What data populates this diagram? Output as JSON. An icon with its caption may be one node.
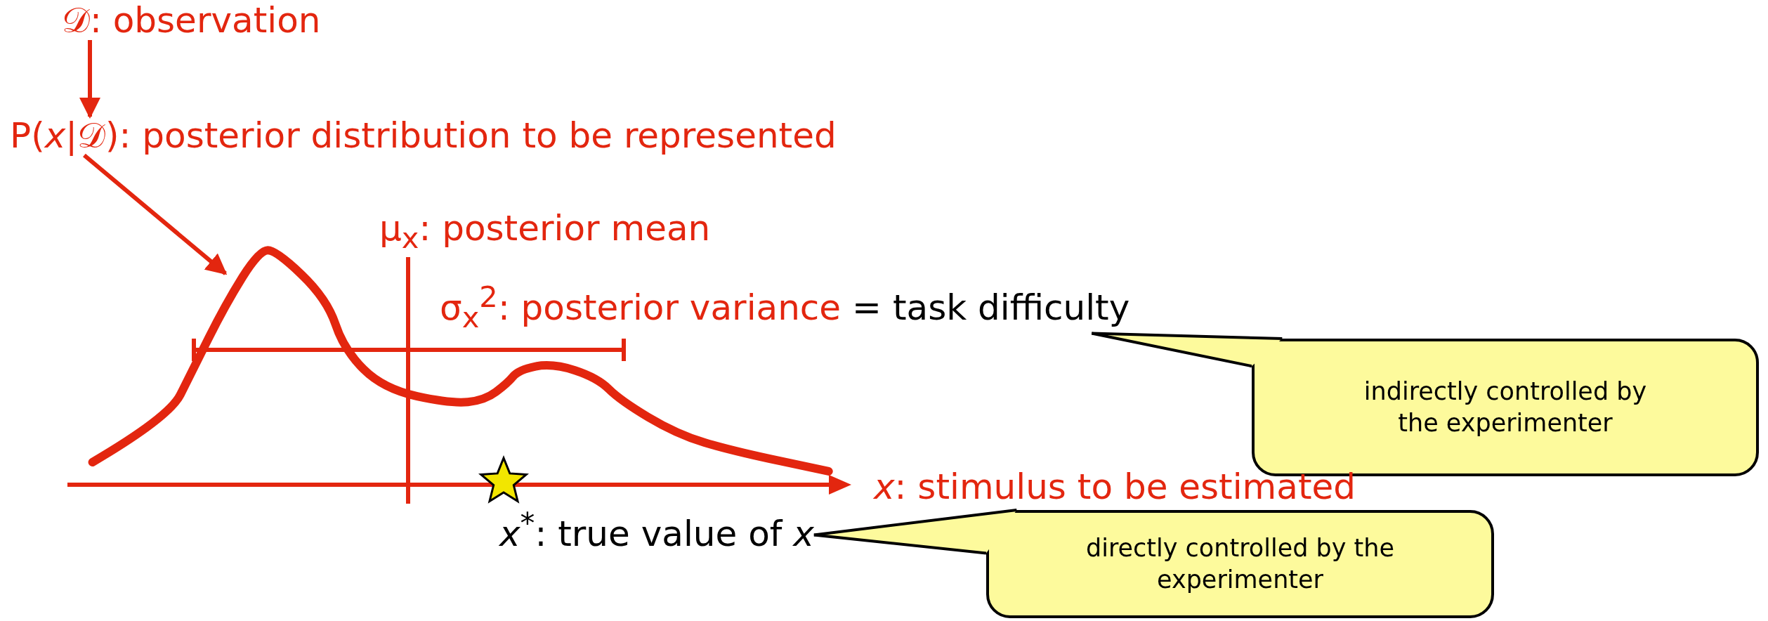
{
  "diagram": {
    "nodes": [
      {
        "text": [
          "𝒟: observation"
        ]
      },
      {
        "text": [
          "P(*x*|𝒟): posterior distribution to be represented"
        ]
      },
      {
        "text": [],
        "shape": "curve"
      },
      {
        "text": [
          "σ$_{x}$$^{2}$: posterior variance",
          "= task difficulty"
        ]
      },
      {
        "text": [
          "indirectly controlled by the experimenter"
        ]
      },
      {
        "text": [
          "*x*$^{*}$: true value of *x*"
        ]
      },
      {
        "text": [
          "directly controlled by the experimenter"
        ]
      },
      {
        "text": [],
        "shape": "star"
      }
    ],
    "edges": [
      {
        "from": 0,
        "to": 1,
        "arrow": "to"
      },
      {
        "from": 1,
        "to": 2,
        "arrow": "to"
      },
      {
        "from": 4,
        "to": 3,
        "arrow": "none",
        "color": "#000000"
      },
      {
        "from": 6,
        "to": 5,
        "arrow": "none",
        "color": "#000000"
      }
    ],
    "labels": [
      "μ$_{x}$: posterior mean",
      "*x*: stimulus to be estimated"
    ]
  }
}
